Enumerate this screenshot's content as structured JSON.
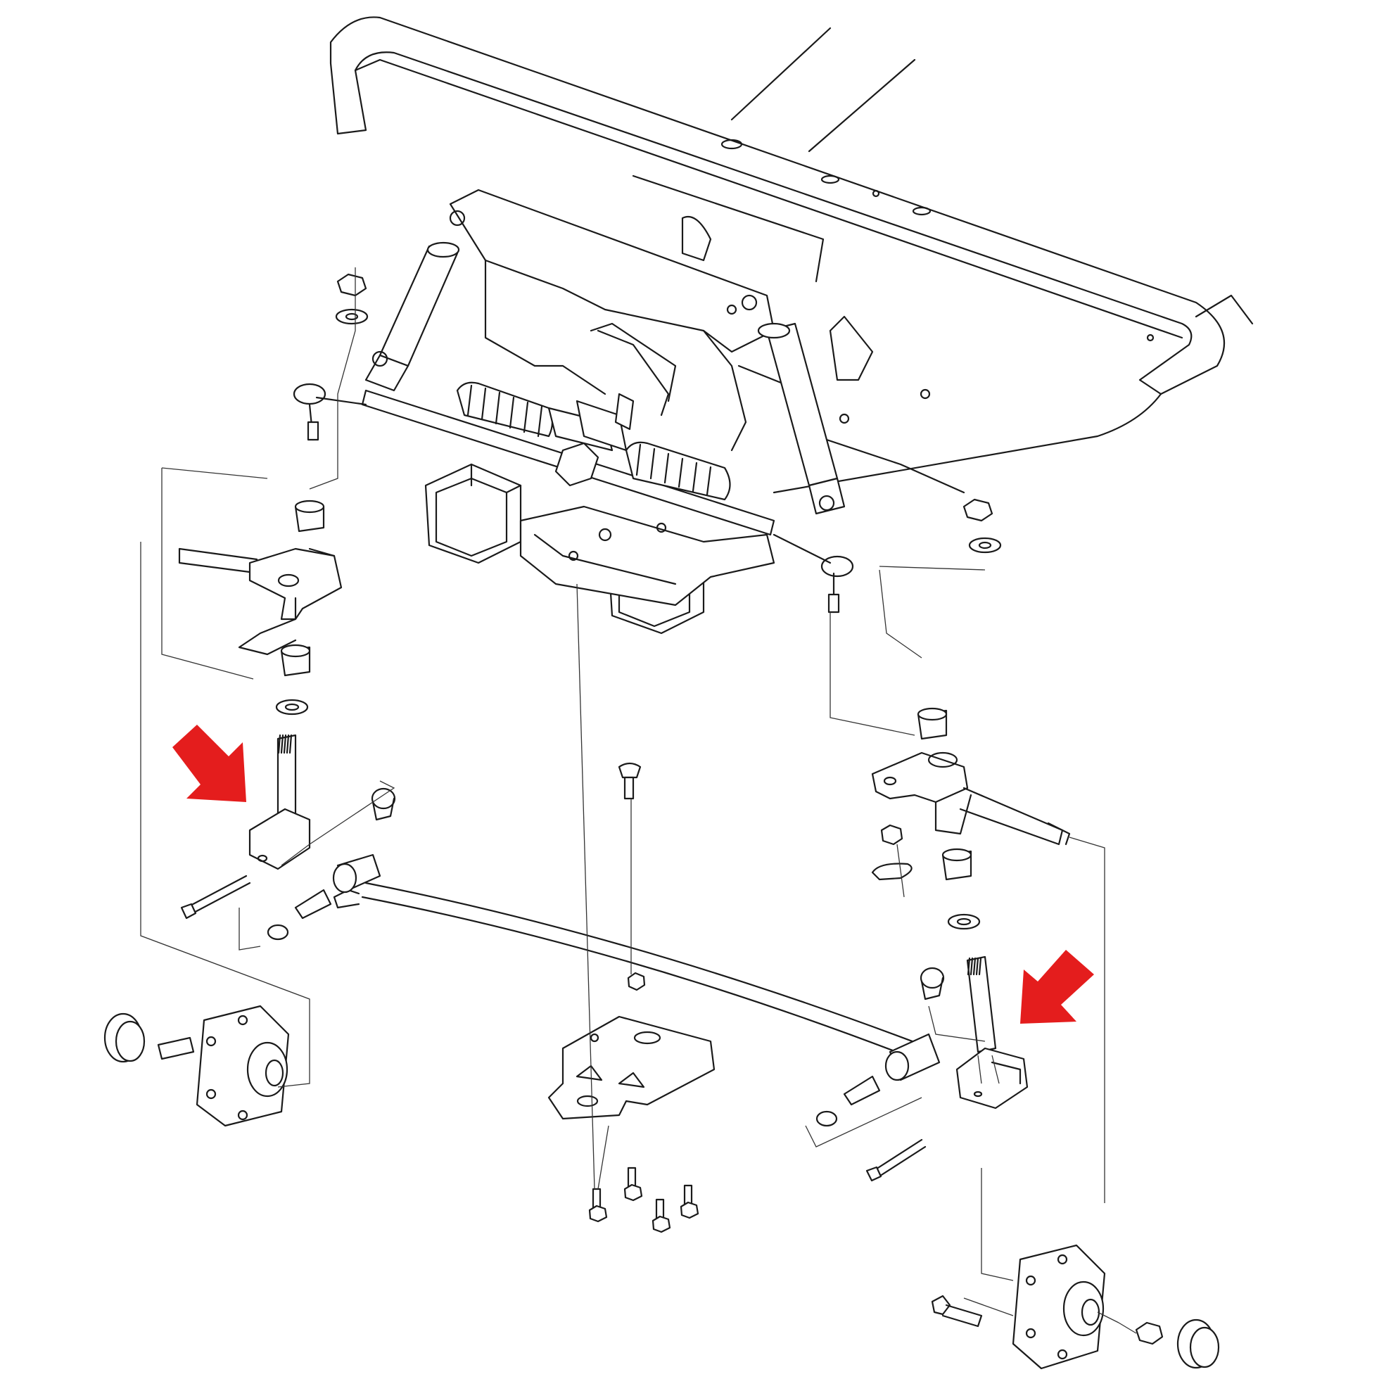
{
  "diagram": {
    "type": "exploded-parts-view",
    "colors": {
      "line": "#1a1a1a",
      "fill": "#ffffff",
      "callout_arrow": "#e41d1d",
      "leader": "#333333"
    },
    "parts": [
      {
        "name": "frame-crossmember",
        "icon": "frame"
      },
      {
        "name": "upper-control-plate",
        "icon": "plate"
      },
      {
        "name": "shock-absorber-left",
        "icon": "shock"
      },
      {
        "name": "shock-absorber-right",
        "icon": "shock"
      },
      {
        "name": "steering-rack",
        "icon": "rack-and-pinion"
      },
      {
        "name": "tie-rod-end-left",
        "icon": "tie-rod"
      },
      {
        "name": "tie-rod-end-right",
        "icon": "tie-rod"
      },
      {
        "name": "spindle-left",
        "icon": "spindle"
      },
      {
        "name": "spindle-right",
        "icon": "spindle"
      },
      {
        "name": "kingpin-left",
        "icon": "kingpin"
      },
      {
        "name": "kingpin-right",
        "icon": "kingpin"
      },
      {
        "name": "leaf-spring",
        "icon": "leaf-spring"
      },
      {
        "name": "center-mount-plate",
        "icon": "plate"
      },
      {
        "name": "wheel-hub-left",
        "icon": "hub"
      },
      {
        "name": "wheel-hub-right",
        "icon": "hub"
      },
      {
        "name": "dust-cap-left",
        "icon": "cap"
      },
      {
        "name": "dust-cap-right",
        "icon": "cap"
      }
    ],
    "callouts": [
      {
        "name": "arrow-left-kingpin",
        "points_to": "kingpin-left",
        "icon": "arrow"
      },
      {
        "name": "arrow-right-kingpin",
        "points_to": "kingpin-right",
        "icon": "arrow"
      }
    ]
  }
}
